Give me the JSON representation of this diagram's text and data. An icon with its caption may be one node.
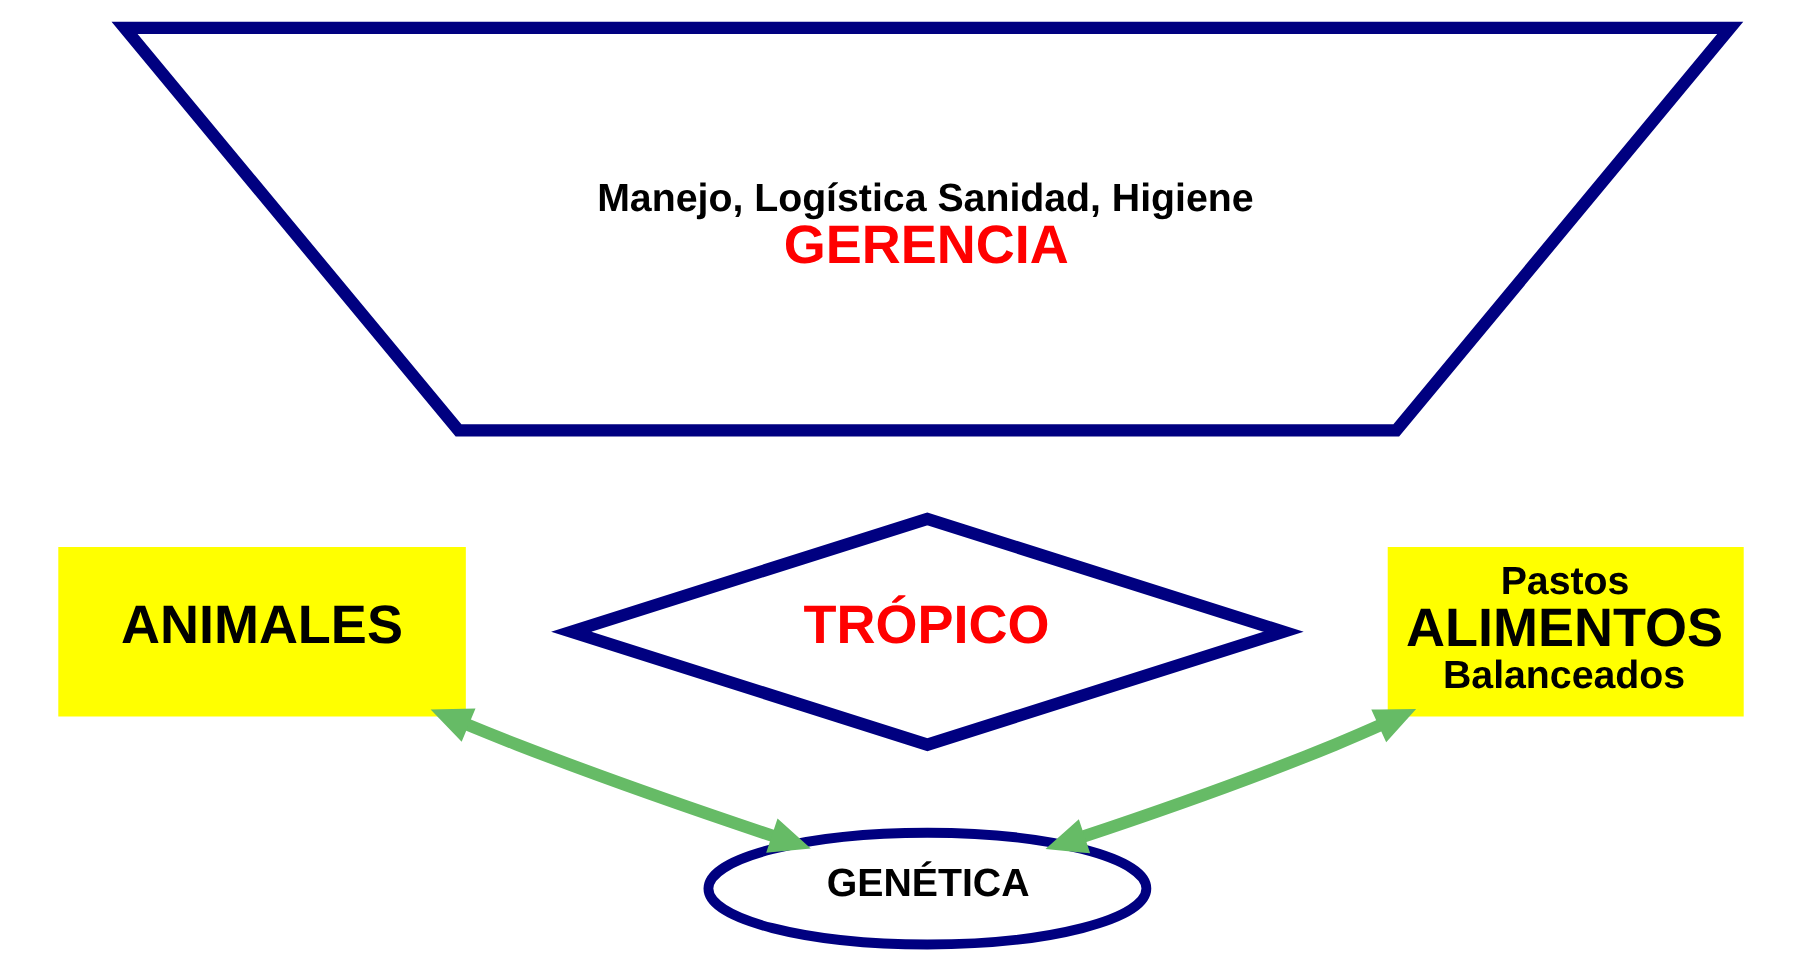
{
  "diagram": {
    "nodes": [
      {
        "text": [
          "Manejo, Logística Sanidad, Higiene",
          "GERENCIA"
        ]
      },
      {
        "text": [
          "TRÓPICO"
        ]
      },
      {
        "text": [
          "ANIMALES"
        ]
      },
      {
        "text": [
          "Pastos",
          "ALIMENTOS",
          "Balanceados"
        ]
      },
      {
        "text": [
          "GENÉTICA"
        ]
      }
    ],
    "edges": [
      {
        "from": 2,
        "to": 4,
        "arrow": "both"
      },
      {
        "from": 3,
        "to": 4,
        "arrow": "both"
      }
    ]
  }
}
